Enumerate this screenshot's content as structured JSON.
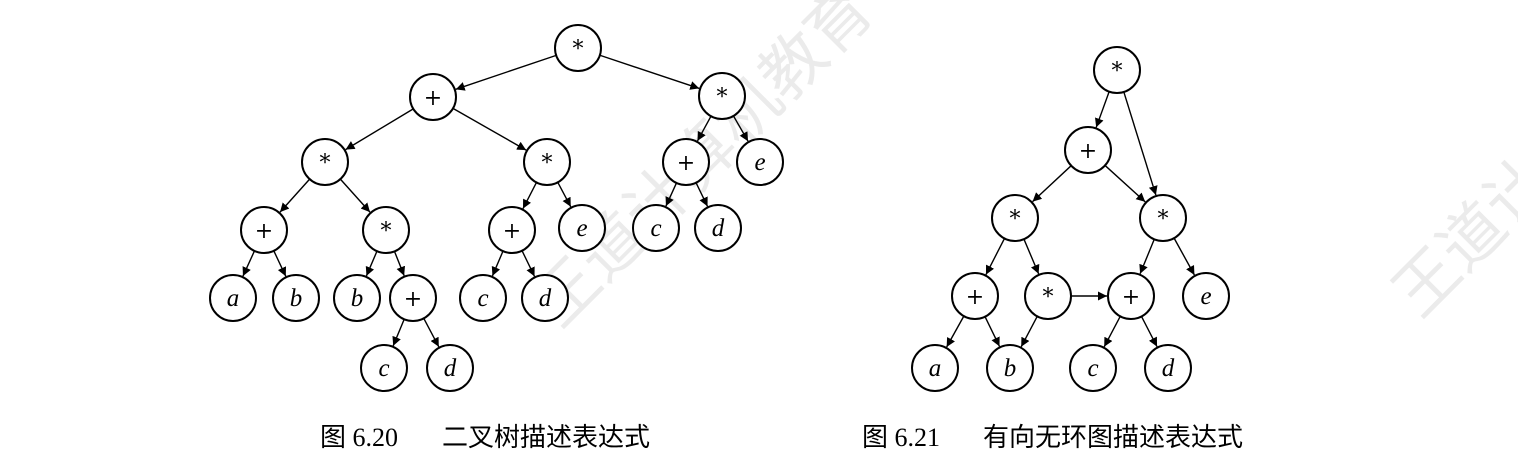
{
  "figures": [
    {
      "id": "fig620",
      "caption_number": "图 6.20",
      "caption_text": "二叉树描述表达式",
      "nodes": [
        {
          "id": "n1",
          "label": "*",
          "kind": "op"
        },
        {
          "id": "n2",
          "label": "+",
          "kind": "op"
        },
        {
          "id": "n3",
          "label": "*",
          "kind": "op"
        },
        {
          "id": "n4",
          "label": "*",
          "kind": "op"
        },
        {
          "id": "n5",
          "label": "*",
          "kind": "op"
        },
        {
          "id": "n6",
          "label": "+",
          "kind": "op"
        },
        {
          "id": "n7",
          "label": "e",
          "kind": "var"
        },
        {
          "id": "n8",
          "label": "+",
          "kind": "op"
        },
        {
          "id": "n9",
          "label": "*",
          "kind": "op"
        },
        {
          "id": "n10",
          "label": "+",
          "kind": "op"
        },
        {
          "id": "n11",
          "label": "e",
          "kind": "var"
        },
        {
          "id": "n12",
          "label": "c",
          "kind": "var"
        },
        {
          "id": "n13",
          "label": "d",
          "kind": "var"
        },
        {
          "id": "n14",
          "label": "a",
          "kind": "var"
        },
        {
          "id": "n15",
          "label": "b",
          "kind": "var"
        },
        {
          "id": "n16",
          "label": "b",
          "kind": "var"
        },
        {
          "id": "n17",
          "label": "+",
          "kind": "op"
        },
        {
          "id": "n18",
          "label": "c",
          "kind": "var"
        },
        {
          "id": "n19",
          "label": "d",
          "kind": "var"
        },
        {
          "id": "n20",
          "label": "c",
          "kind": "var"
        },
        {
          "id": "n21",
          "label": "d",
          "kind": "var"
        }
      ],
      "edges": [
        [
          "n1",
          "n2"
        ],
        [
          "n1",
          "n3"
        ],
        [
          "n2",
          "n4"
        ],
        [
          "n2",
          "n5"
        ],
        [
          "n3",
          "n6"
        ],
        [
          "n3",
          "n7"
        ],
        [
          "n4",
          "n8"
        ],
        [
          "n4",
          "n9"
        ],
        [
          "n5",
          "n10"
        ],
        [
          "n5",
          "n11"
        ],
        [
          "n6",
          "n12"
        ],
        [
          "n6",
          "n13"
        ],
        [
          "n8",
          "n14"
        ],
        [
          "n8",
          "n15"
        ],
        [
          "n9",
          "n16"
        ],
        [
          "n9",
          "n17"
        ],
        [
          "n10",
          "n18"
        ],
        [
          "n10",
          "n19"
        ],
        [
          "n17",
          "n20"
        ],
        [
          "n17",
          "n21"
        ]
      ]
    },
    {
      "id": "fig621",
      "caption_number": "图 6.21",
      "caption_text": "有向无环图描述表达式",
      "nodes": [
        {
          "id": "m1",
          "label": "*",
          "kind": "op"
        },
        {
          "id": "m2",
          "label": "+",
          "kind": "op"
        },
        {
          "id": "m3",
          "label": "*",
          "kind": "op"
        },
        {
          "id": "m4",
          "label": "*",
          "kind": "op"
        },
        {
          "id": "m5",
          "label": "+",
          "kind": "op"
        },
        {
          "id": "m6",
          "label": "*",
          "kind": "op"
        },
        {
          "id": "m7",
          "label": "+",
          "kind": "op"
        },
        {
          "id": "m8",
          "label": "e",
          "kind": "var"
        },
        {
          "id": "m9",
          "label": "a",
          "kind": "var"
        },
        {
          "id": "m10",
          "label": "b",
          "kind": "var"
        },
        {
          "id": "m11",
          "label": "c",
          "kind": "var"
        },
        {
          "id": "m12",
          "label": "d",
          "kind": "var"
        }
      ],
      "edges": [
        [
          "m1",
          "m2"
        ],
        [
          "m1",
          "m4"
        ],
        [
          "m2",
          "m3"
        ],
        [
          "m2",
          "m4"
        ],
        [
          "m3",
          "m5"
        ],
        [
          "m3",
          "m6"
        ],
        [
          "m4",
          "m7"
        ],
        [
          "m4",
          "m8"
        ],
        [
          "m5",
          "m9"
        ],
        [
          "m5",
          "m10"
        ],
        [
          "m6",
          "m10"
        ],
        [
          "m6",
          "m7"
        ],
        [
          "m7",
          "m11"
        ],
        [
          "m7",
          "m12"
        ]
      ]
    }
  ],
  "watermark_text": "王道计算机教育"
}
